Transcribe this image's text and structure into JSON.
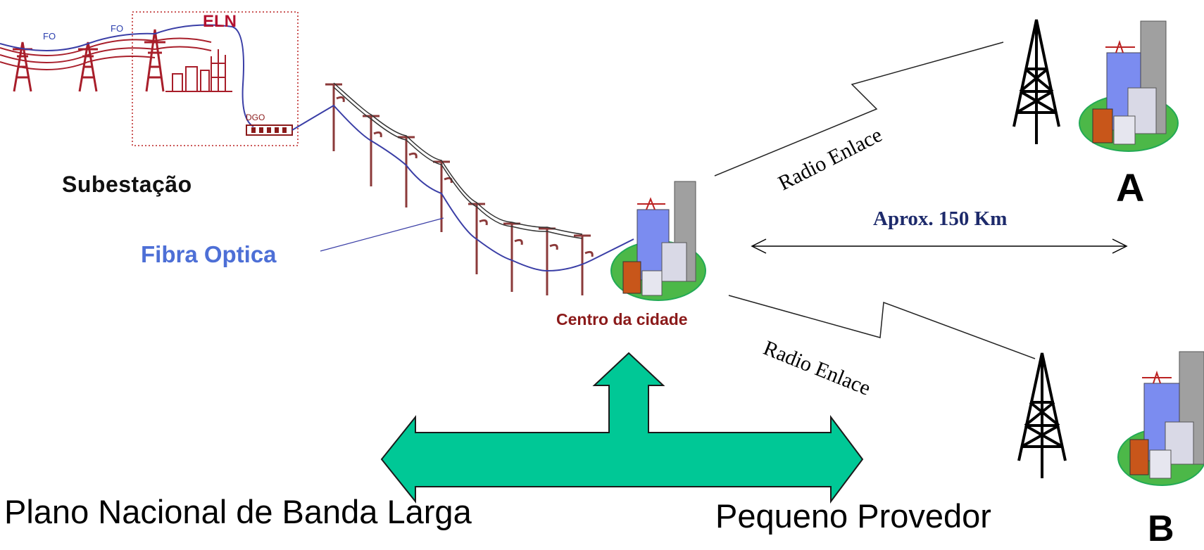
{
  "labels": {
    "subestacao": "Subestação",
    "fibra_optica": "Fibra Optica",
    "centro_cidade": "Centro da cidade",
    "eln": "ELN",
    "dgo": "DGO",
    "fo_1": "FO",
    "fo_2": "FO",
    "radio_enlace_top": "Radio Enlace",
    "radio_enlace_bottom": "Radio Enlace",
    "aprox_distance": "Aprox. 150 Km",
    "site_a": "A",
    "site_b": "B",
    "plano_nacional": "Plano Nacional de Banda Larga",
    "pequeno_provedor": "Pequeno Provedor"
  },
  "colors": {
    "tower_red": "#a81e2a",
    "pole_brown": "#8b3a3a",
    "fiber_blue": "#3a3ea6",
    "arrow_green": "#00c896",
    "building_blue": "#7b8cf0",
    "ground_green": "#4cb848"
  },
  "icons": [
    "transmission-tower-icon",
    "substation-icon",
    "utility-pole-icon",
    "city-buildings-icon",
    "radio-tower-icon"
  ]
}
